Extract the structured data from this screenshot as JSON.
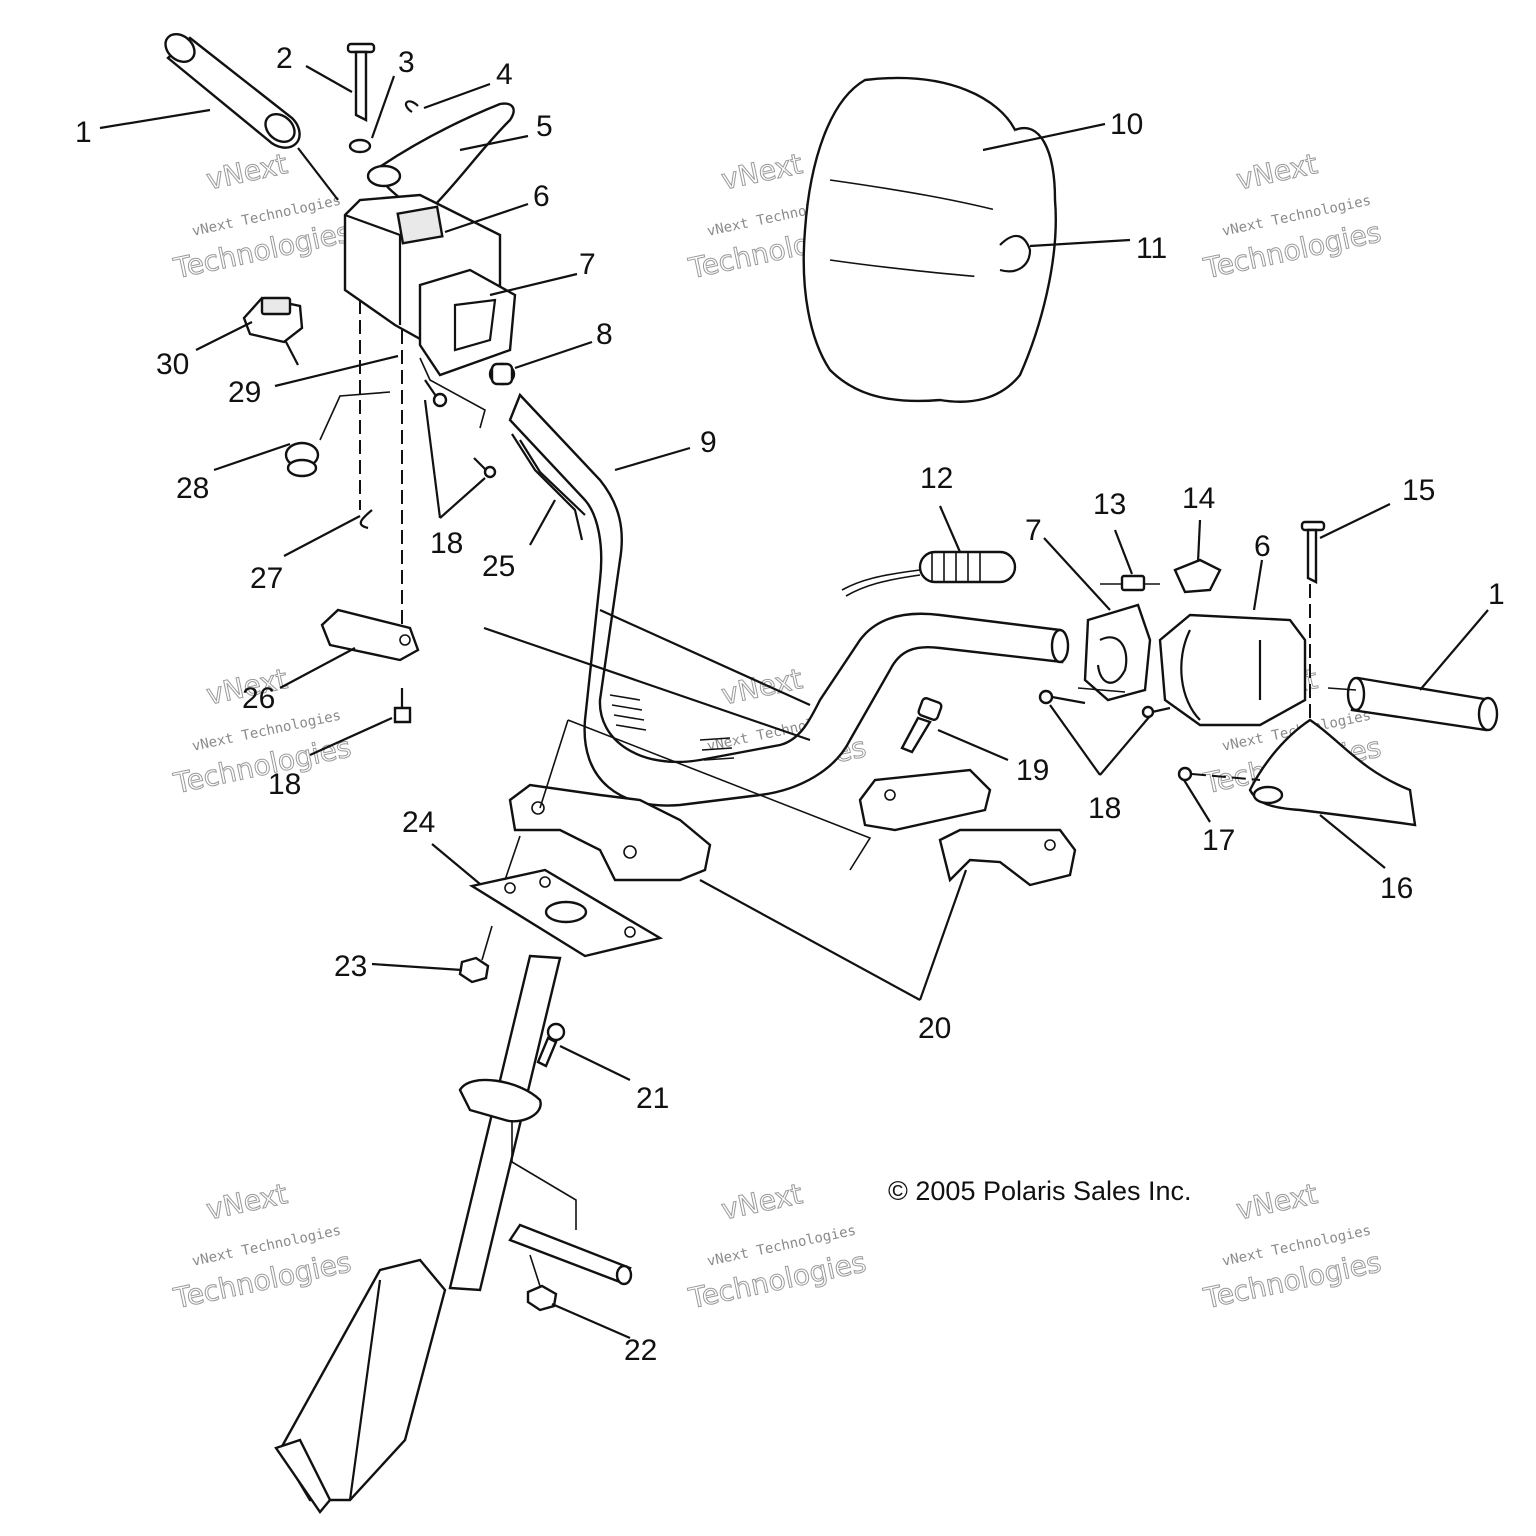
{
  "diagram": {
    "callouts": [
      {
        "id": "c1a",
        "label": "1"
      },
      {
        "id": "c2",
        "label": "2"
      },
      {
        "id": "c3",
        "label": "3"
      },
      {
        "id": "c4",
        "label": "4"
      },
      {
        "id": "c5",
        "label": "5"
      },
      {
        "id": "c6a",
        "label": "6"
      },
      {
        "id": "c7a",
        "label": "7"
      },
      {
        "id": "c8",
        "label": "8"
      },
      {
        "id": "c9",
        "label": "9"
      },
      {
        "id": "c10",
        "label": "10"
      },
      {
        "id": "c11",
        "label": "11"
      },
      {
        "id": "c12",
        "label": "12"
      },
      {
        "id": "c13",
        "label": "13"
      },
      {
        "id": "c14",
        "label": "14"
      },
      {
        "id": "c15",
        "label": "15"
      },
      {
        "id": "c6b",
        "label": "6"
      },
      {
        "id": "c7b",
        "label": "7"
      },
      {
        "id": "c1b",
        "label": "1"
      },
      {
        "id": "c30",
        "label": "30"
      },
      {
        "id": "c29",
        "label": "29"
      },
      {
        "id": "c28",
        "label": "28"
      },
      {
        "id": "c18a",
        "label": "18"
      },
      {
        "id": "c25",
        "label": "25"
      },
      {
        "id": "c27",
        "label": "27"
      },
      {
        "id": "c26",
        "label": "26"
      },
      {
        "id": "c18b",
        "label": "18"
      },
      {
        "id": "c19",
        "label": "19"
      },
      {
        "id": "c18c",
        "label": "18"
      },
      {
        "id": "c17",
        "label": "17"
      },
      {
        "id": "c16",
        "label": "16"
      },
      {
        "id": "c24",
        "label": "24"
      },
      {
        "id": "c23",
        "label": "23"
      },
      {
        "id": "c20",
        "label": "20"
      },
      {
        "id": "c21",
        "label": "21"
      },
      {
        "id": "c22",
        "label": "22"
      }
    ],
    "copyright": "© 2005 Polaris Sales Inc.",
    "watermark": {
      "line1": "vNext Technologies",
      "line2": "Technologies",
      "line3": "vNext"
    }
  }
}
